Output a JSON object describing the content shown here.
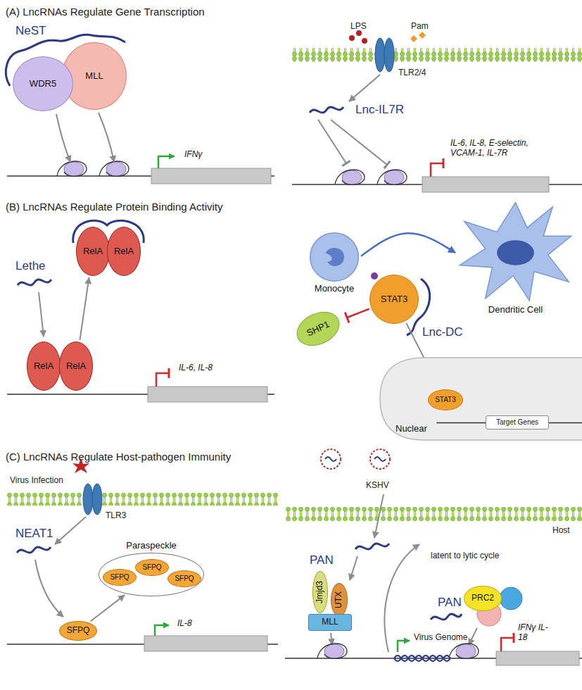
{
  "diagram": {
    "nodes": [
      {
        "text": [
          "WDR5"
        ]
      },
      {
        "text": [
          "MLL"
        ]
      },
      {
        "text": [
          "RelA"
        ]
      },
      {
        "text": [
          "RelA"
        ]
      },
      {
        "text": [
          "RelA"
        ]
      },
      {
        "text": [
          "RelA"
        ]
      },
      {
        "text": [
          "Monocyte"
        ]
      },
      {
        "text": [
          "Dendritic Cell"
        ]
      },
      {
        "text": [
          "STAT3"
        ]
      },
      {
        "text": [
          "SHP1"
        ]
      },
      {
        "text": [
          "Nuclear"
        ]
      },
      {
        "text": [
          "STAT3"
        ],
        "in": 10
      },
      {
        "text": [
          "Target Genes"
        ],
        "in": 10
      },
      {
        "text": [
          "Paraspeckle"
        ]
      },
      {
        "text": [
          "SFPQ"
        ],
        "in": 13
      },
      {
        "text": [
          "SFPQ"
        ],
        "in": 13
      },
      {
        "text": [
          "SFPQ"
        ],
        "in": 13
      },
      {
        "text": [
          "SFPQ"
        ]
      },
      {
        "text": [
          "Jmjd3"
        ]
      },
      {
        "text": [
          "UTX"
        ]
      },
      {
        "text": [
          "MLL"
        ]
      },
      {
        "text": [
          "PRC2"
        ]
      }
    ],
    "edges": [
      {
        "from": 6,
        "to": 7,
        "arrow": "to"
      },
      {
        "from": 8,
        "to": 9,
        "arrow": "to"
      },
      {
        "from": 8,
        "to": 11,
        "arrow": "to"
      },
      {
        "from": 5,
        "to": 2,
        "arrow": "to"
      },
      {
        "from": 17,
        "to": 13,
        "arrow": "to"
      }
    ],
    "labels": [
      "(A) LncRNAs Regulate Gene Transcription",
      "NeST",
      "IFNγ",
      "LPS",
      "Pam",
      "TLR2/4",
      "Lnc-IL7R",
      "IL-6, IL-8, E-selectin, VCAM-1, IL-7R",
      "(B) LncRNAs Regulate Protein Binding Activity",
      "Lethe",
      "IL-6, IL-8",
      "Lnc-DC",
      "(C) LncRNAs Regulate Host-pathogen Immunity",
      "Virus Infection",
      "TLR3",
      "NEAT1",
      "IL-8",
      "KSHV",
      "PAN",
      "latent to lytic cycle",
      "Host",
      "Virus Genome",
      "PAN",
      "IFNγ IL-18"
    ]
  }
}
